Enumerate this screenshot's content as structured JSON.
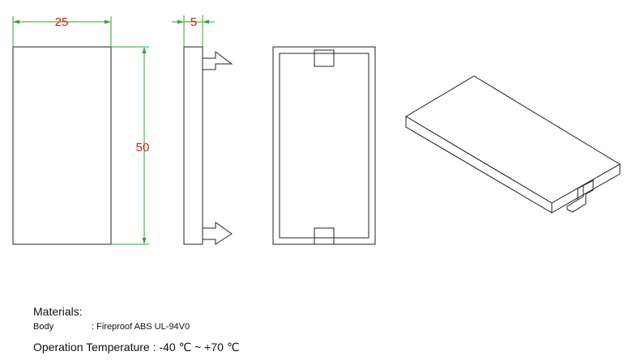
{
  "dimensions": {
    "width": "25",
    "thickness": "5",
    "height": "50"
  },
  "specs": {
    "materials_heading": "Materials:",
    "body_label": "Body",
    "body_value": ": Fireproof ABS UL-94V0",
    "temperature": "Operation Temperature : -40 ℃ ~ +70 ℃"
  },
  "colors": {
    "dimension_line": "#2ea82e",
    "dimension_text": "#d21b1b",
    "outline": "#222222"
  }
}
